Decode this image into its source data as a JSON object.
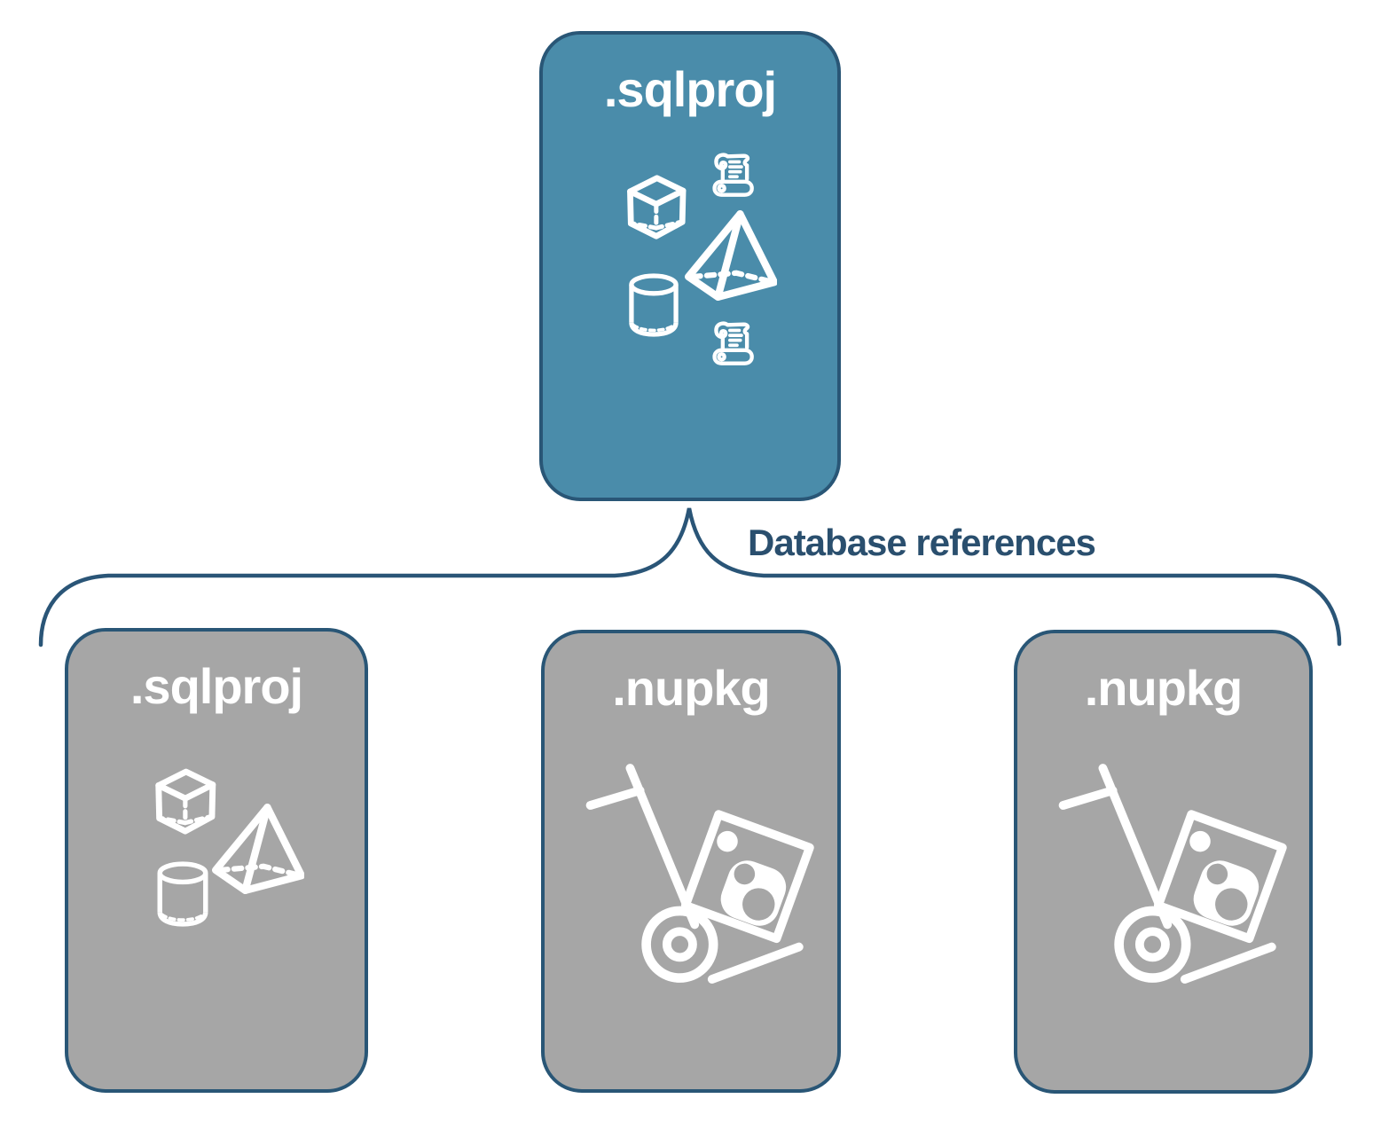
{
  "diagram": {
    "root": {
      "label": ".sqlproj",
      "icons": [
        "cube-icon",
        "scroll-icon",
        "pyramid-icon",
        "cylinder-icon",
        "scroll-icon"
      ]
    },
    "edge_label": "Database references",
    "children": [
      {
        "label": ".sqlproj",
        "icons": [
          "cube-icon",
          "pyramid-icon",
          "cylinder-icon"
        ]
      },
      {
        "label": ".nupkg",
        "icons": [
          "handtruck-package-icon"
        ]
      },
      {
        "label": ".nupkg",
        "icons": [
          "handtruck-package-icon"
        ]
      }
    ],
    "colors": {
      "root_fill": "#4a8caa",
      "child_fill": "#a6a6a6",
      "outline": "#295676",
      "edge_label_text": "#2a4f6e",
      "icon_stroke": "#ffffff",
      "background": "#ffffff"
    }
  }
}
